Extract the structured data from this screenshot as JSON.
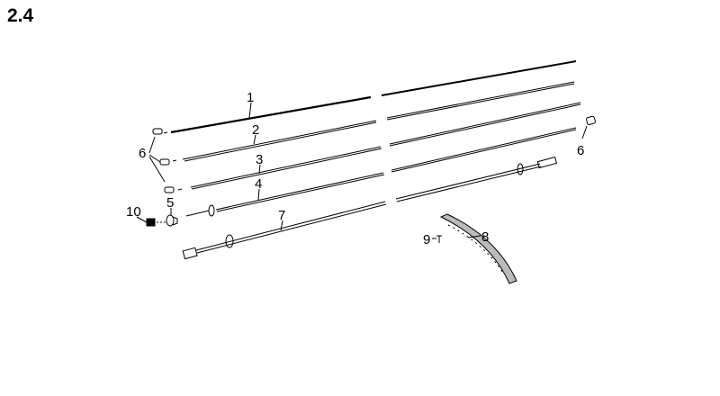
{
  "title": "2.4",
  "callouts": {
    "c1": "1",
    "c2": "2",
    "c3": "3",
    "c4": "4",
    "c5": "5",
    "c6_left": "6",
    "c6_right": "6",
    "c7": "7",
    "c8": "8",
    "c9": "9",
    "c10": "10"
  }
}
